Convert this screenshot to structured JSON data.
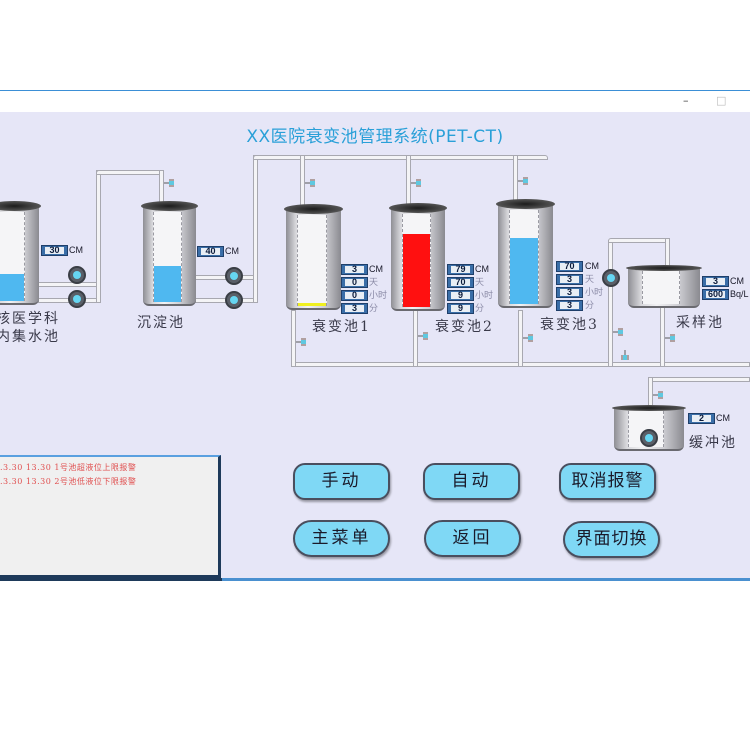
{
  "window": {
    "minimize_glyph": "–",
    "maximize_glyph": "□"
  },
  "app": {
    "title": "XX医院衰变池管理系统(PET-CT)"
  },
  "tanks": {
    "collection": {
      "label_line1": "核医学科",
      "label_line2": "内集水池",
      "level": "30",
      "level_unit": "CM",
      "fill_fraction": 0.3,
      "fill_color": "#4fb8f0"
    },
    "sedimentation": {
      "label": "沉淀池",
      "level": "40",
      "level_unit": "CM",
      "fill_fraction": 0.4,
      "fill_color": "#4fb8f0"
    },
    "decay1": {
      "label": "衰变池1",
      "level": "3",
      "days": "0",
      "hours": "0",
      "minutes": "3",
      "fill_fraction": 0.03,
      "fill_color": "#f0f020"
    },
    "decay2": {
      "label": "衰变池2",
      "level": "79",
      "days": "70",
      "hours": "9",
      "minutes": "9",
      "fill_fraction": 0.79,
      "fill_color": "#ff1010"
    },
    "decay3": {
      "label": "衰变池3",
      "level": "70",
      "days": "3",
      "hours": "3",
      "minutes": "3",
      "fill_fraction": 0.7,
      "fill_color": "#4fb8f0"
    },
    "sampling": {
      "label": "采样池",
      "level": "3",
      "level_unit": "CM",
      "activity": "600",
      "activity_unit": "Bq/L"
    },
    "buffer": {
      "label": "缓冲池",
      "level": "2",
      "level_unit": "CM"
    }
  },
  "units": {
    "cm": "CM",
    "day": "天",
    "hour": "小时",
    "minute": "分"
  },
  "alarms": [
    ".3.30  13.30  1号池超液位上限报警",
    ".3.30  13.30  2号池低液位下限报警"
  ],
  "buttons": {
    "manual": "手动",
    "auto": "自动",
    "cancel_alarm": "取消报警",
    "main_menu": "主菜单",
    "back": "返回",
    "switch_view": "界面切换"
  }
}
